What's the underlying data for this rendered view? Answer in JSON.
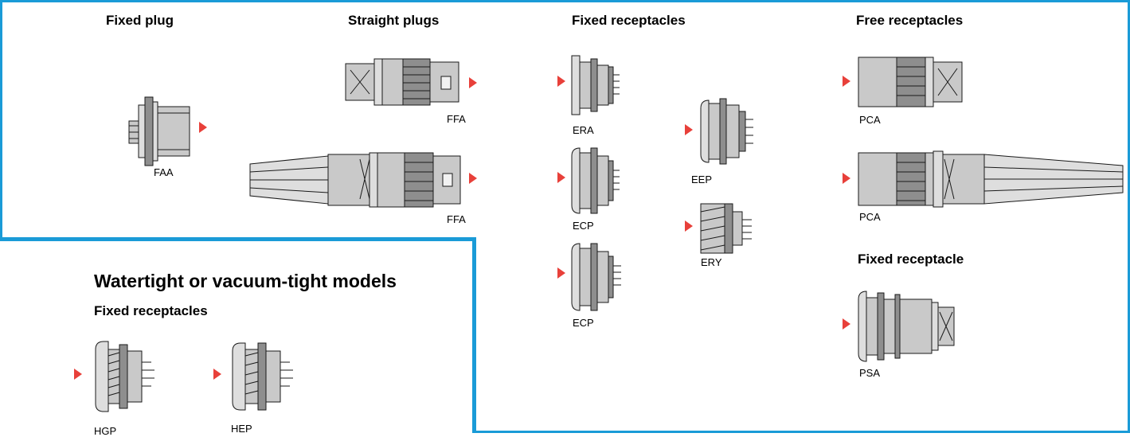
{
  "headings": {
    "fixed_plug": "Fixed plug",
    "straight_plugs": "Straight plugs",
    "fixed_receptacles": "Fixed receptacles",
    "free_receptacles": "Free receptacles",
    "fixed_receptacle": "Fixed receptacle"
  },
  "inset": {
    "title": "Watertight or vacuum-tight models",
    "subtitle": "Fixed receptacles"
  },
  "labels": {
    "faa": "FAA",
    "ffa_top": "FFA",
    "ffa_bottom": "FFA",
    "era": "ERA",
    "ecp_1": "ECP",
    "ecp_2": "ECP",
    "eep": "EEP",
    "ery": "ERY",
    "pca_top": "PCA",
    "pca_bottom": "PCA",
    "psa": "PSA",
    "hgp": "HGP",
    "hep": "HEP"
  },
  "colors": {
    "frame": "#1a9bd7",
    "arrow": "#e8403a",
    "metal": "#c9c9c9"
  },
  "icons": {
    "arrow": "red-triangle-arrow",
    "connector": "connector-drawing"
  }
}
